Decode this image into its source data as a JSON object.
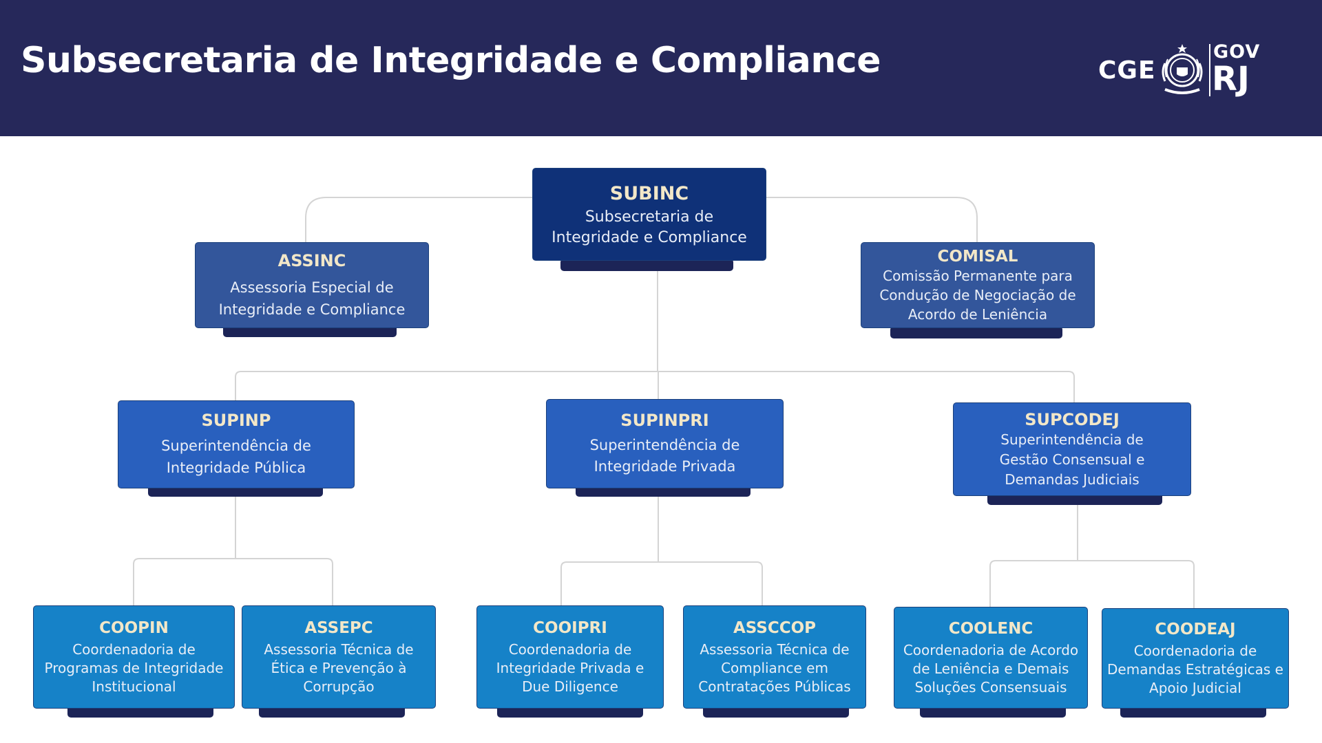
{
  "header": {
    "title": "Subsecretaria de Integridade e Compliance",
    "logo": {
      "cge": "CGE",
      "gov": "GOV",
      "rj": "RJ",
      "seal": "rio-de-janeiro-state-coat-of-arms"
    },
    "colors": {
      "background": "#26285a",
      "text": "#ffffff"
    }
  },
  "org": {
    "subinc": {
      "code": "SUBINC",
      "description": "Subsecretaria de Integridade e Compliance"
    },
    "assinc": {
      "code": "ASSINC",
      "description": "Assessoria Especial de Integridade e Compliance"
    },
    "comisal": {
      "code": "COMISAL",
      "description": "Comissão Permanente para Condução de Negociação de Acordo de Leniência"
    },
    "supinp": {
      "code": "SUPINP",
      "description": "Superintendência de Integridade Pública"
    },
    "supinpri": {
      "code": "SUPINPRI",
      "description": "Superintendência de Integridade Privada"
    },
    "supcodej": {
      "code": "SUPCODEJ",
      "description": "Superintendência de Gestão Consensual e Demandas Judiciais"
    },
    "coopin": {
      "code": "COOPIN",
      "description": "Coordenadoria de Programas de Integridade Institucional"
    },
    "assepc": {
      "code": "ASSEPC",
      "description": "Assessoria Técnica de Ética e Prevenção à Corrupção"
    },
    "cooipri": {
      "code": "COOIPRI",
      "description": "Coordenadoria de Integridade Privada e Due Diligence"
    },
    "assccop": {
      "code": "ASSCCOP",
      "description": "Assessoria Técnica de Compliance em Contratações Públicas"
    },
    "coolenc": {
      "code": "COOLENC",
      "description": "Coordenadoria de Acordo de Leniência e Demais Soluções Consensuais"
    },
    "coodeaj": {
      "code": "COODEAJ",
      "description": "Coordenadoria de Demandas Estratégicas e Apoio Judicial"
    }
  },
  "colors": {
    "level_top": "#0f3178",
    "level_advisory": "#33569b",
    "level_superintendency": "#2960be",
    "level_coordination": "#1682c8",
    "code_text": "#f2e7c8",
    "connector": "#d4d4d4"
  }
}
